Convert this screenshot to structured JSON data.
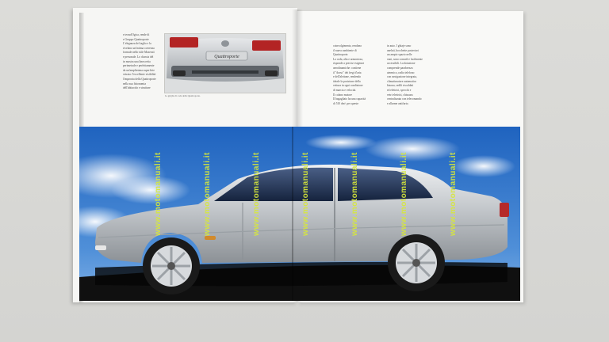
{
  "scene": {
    "subject": "open-car-brochure",
    "colors": {
      "sky_top": "#1f66c2",
      "sky_bottom": "#6fa7e0",
      "car_body": "#b8bcc0",
      "car_shadow": "#111111",
      "page": "#f7f7f5",
      "watermark": "#d7e83a",
      "desk": "#d8d8d5"
    }
  },
  "left_page": {
    "text_lines": [
      "e tecnolOgica, rende di",
      "e Gruppo Quattroporte",
      "L'eleganza del taglio e la",
      "rivelano un'intima coerenza",
      "formale nello stile Maserati",
      "e personale. Lo chassis del",
      "in mostra una linea retta",
      "perimetrale e perfettamente",
      "da un'amplissima superficie",
      "vetrata: l'eccellente visibilità",
      "l'impronta della Quattroporte",
      "nella sua fisionomia",
      "dell'abitacolo e strutture"
    ],
    "thumbnail": {
      "plate_text": "Quattroporte",
      "caption": "La griglia di coda della Quattroporte."
    }
  },
  "right_page": {
    "column_a": [
      "coinvolgimento, rendono",
      "il nuovo ambiente di",
      "Quattroporte.",
      "La coda, alta e armoniosa,",
      "risponde a precise esigenze",
      "aerodinamiche: contiene",
      "il \"dorso\" dei fregi d'aria",
      "e dell'alettone, rendendo",
      "ideale la posizione della",
      "vettura in ogni condizione",
      "di marcia e velocità.",
      "Il cofano motore",
      "Il bagagliaio ha una capacità",
      "di 510 dm³, per queste"
    ],
    "column_b": [
      "in auto. I ghiaje sono",
      "anelati, bocchette posteriori",
      "un ampio spazio nelle",
      "vani, sono comodi e facilmente",
      "accessibili. La dotazione",
      "comprende parabrezza",
      "atermico, radio telefono",
      "con navigazione integrata,",
      "climatizzatore automatico",
      "bizona, sedili riscaldati",
      "ed elettrici, specchi e",
      "vetri elettrici, chiusura",
      "centralizzata con telecomando",
      "e allarme antifurto."
    ]
  },
  "watermark": {
    "text": "www.motomanuali.it"
  }
}
